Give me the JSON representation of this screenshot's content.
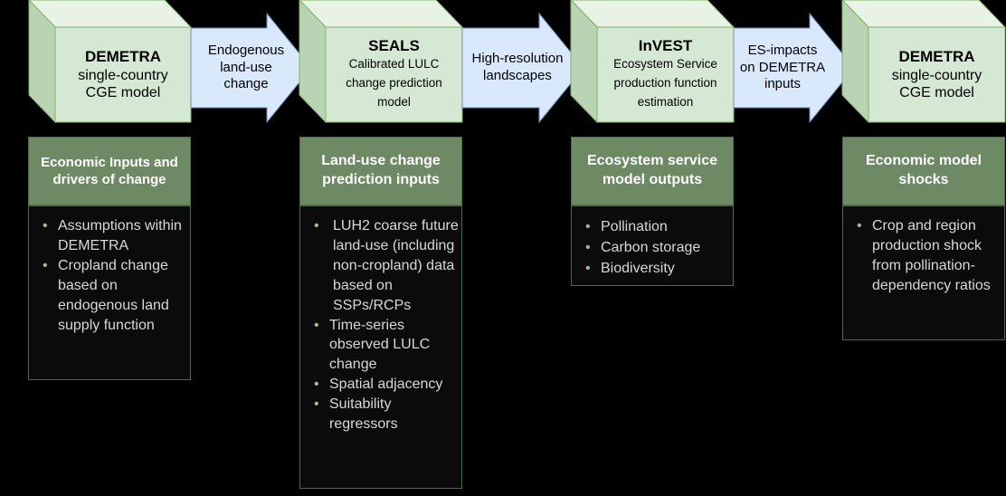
{
  "pipeline": {
    "stages": [
      {
        "title": "DEMETRA",
        "subtitle": "single-country CGE model",
        "subtitle_lines": [
          "single-country",
          "CGE model"
        ]
      },
      {
        "title": "SEALS",
        "subtitle": "Calibrated LULC change prediction model",
        "subtitle_lines": [
          "Calibrated LULC",
          "change prediction",
          "model"
        ]
      },
      {
        "title": "InVEST",
        "subtitle": "Ecosystem Service production function estimation",
        "subtitle_lines": [
          "Ecosystem Service",
          "production function",
          "estimation"
        ]
      },
      {
        "title": "DEMETRA",
        "subtitle": "single-country CGE model",
        "subtitle_lines": [
          "single-country",
          "CGE model"
        ]
      }
    ],
    "arrows": [
      {
        "label": "Endogenous land-use change",
        "lines": [
          "Endogenous",
          "land-use",
          "change"
        ]
      },
      {
        "label": "High-resolution landscapes",
        "lines": [
          "High-resolution",
          "landscapes"
        ]
      },
      {
        "label": "ES-impacts on DEMETRA inputs",
        "lines": [
          "ES-impacts",
          "on DEMETRA",
          "inputs"
        ]
      }
    ]
  },
  "panels": [
    {
      "header": "Economic Inputs and drivers of change",
      "items": [
        "Assumptions within DEMETRA",
        "Cropland change based on endogenous land supply function"
      ]
    },
    {
      "header": "Land-use change prediction inputs",
      "items": [
        "LUH2 coarse future land-use (including non-cropland) data based on SSPs/RCPs",
        "Time-series observed LULC change",
        "Spatial adjacency",
        "Suitability regressors"
      ]
    },
    {
      "header": "Ecosystem service model outputs",
      "items": [
        "Pollination",
        "Carbon storage",
        "Biodiversity"
      ]
    },
    {
      "header": "Economic model shocks",
      "items": [
        "Crop and region production shock from pollination-dependency ratios"
      ]
    }
  ],
  "colors": {
    "cube_front": "#d5e8d4",
    "cube_side": "#b9d3b4",
    "cube_top": "#e8f3e6",
    "cube_stroke": "#82b366",
    "arrow_fill": "#dae8fc",
    "arrow_stroke": "#6c8ebf",
    "header_fill": "#6d8a65",
    "list_border": "#4d6a48"
  }
}
